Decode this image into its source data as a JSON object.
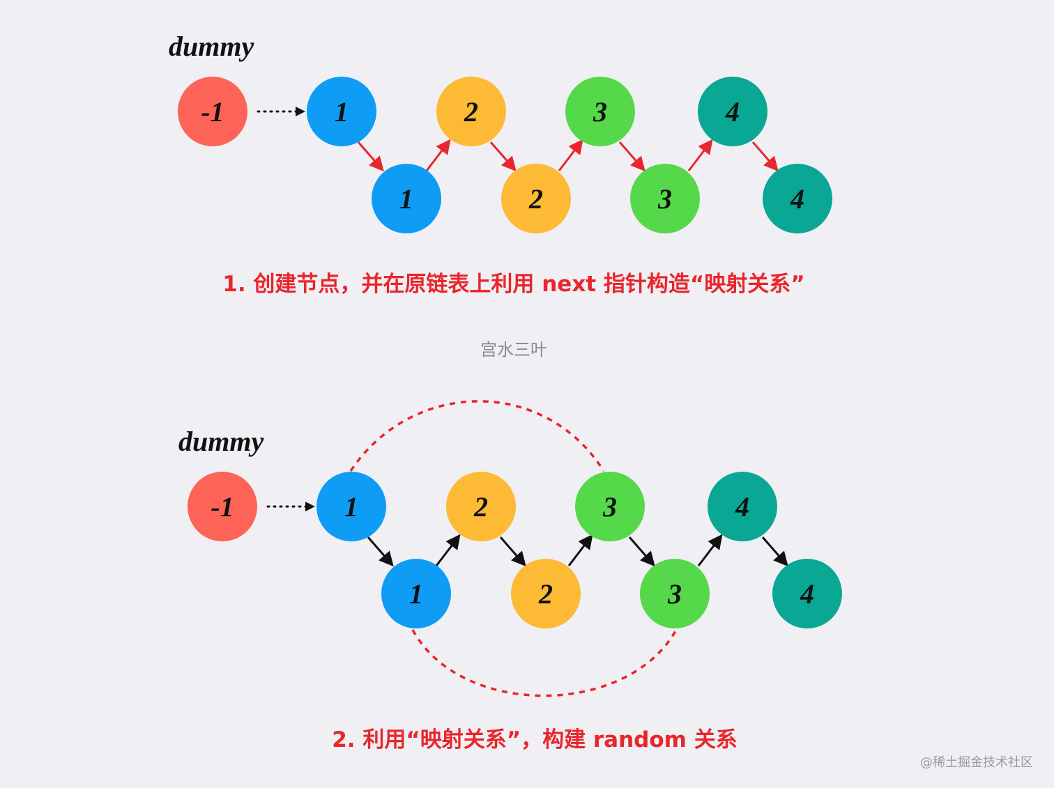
{
  "colors": {
    "dummy": "#fd6356",
    "v1": "#0f9cf4",
    "v2": "#fcba35",
    "v3": "#55d94a",
    "v4": "#09a794",
    "next_arrow_step1": "#e8262b",
    "next_arrow_step2": "#111111",
    "random_dashed": "#e8262b",
    "caption": "#e8262b"
  },
  "step1": {
    "dummy_label": "dummy",
    "dummy_node_value": "-1",
    "original_values": [
      "1",
      "2",
      "3",
      "4"
    ],
    "copy_values": [
      "1",
      "2",
      "3",
      "4"
    ],
    "caption": "1. 创建节点，并在原链表上利用 next 指针构造“映射关系”"
  },
  "watermark": "宫水三叶",
  "step2": {
    "dummy_label": "dummy",
    "dummy_node_value": "-1",
    "original_values": [
      "1",
      "2",
      "3",
      "4"
    ],
    "copy_values": [
      "1",
      "2",
      "3",
      "4"
    ],
    "caption": "2. 利用“映射关系”，构建 random 关系"
  },
  "footer": "@稀土掘金技术社区"
}
